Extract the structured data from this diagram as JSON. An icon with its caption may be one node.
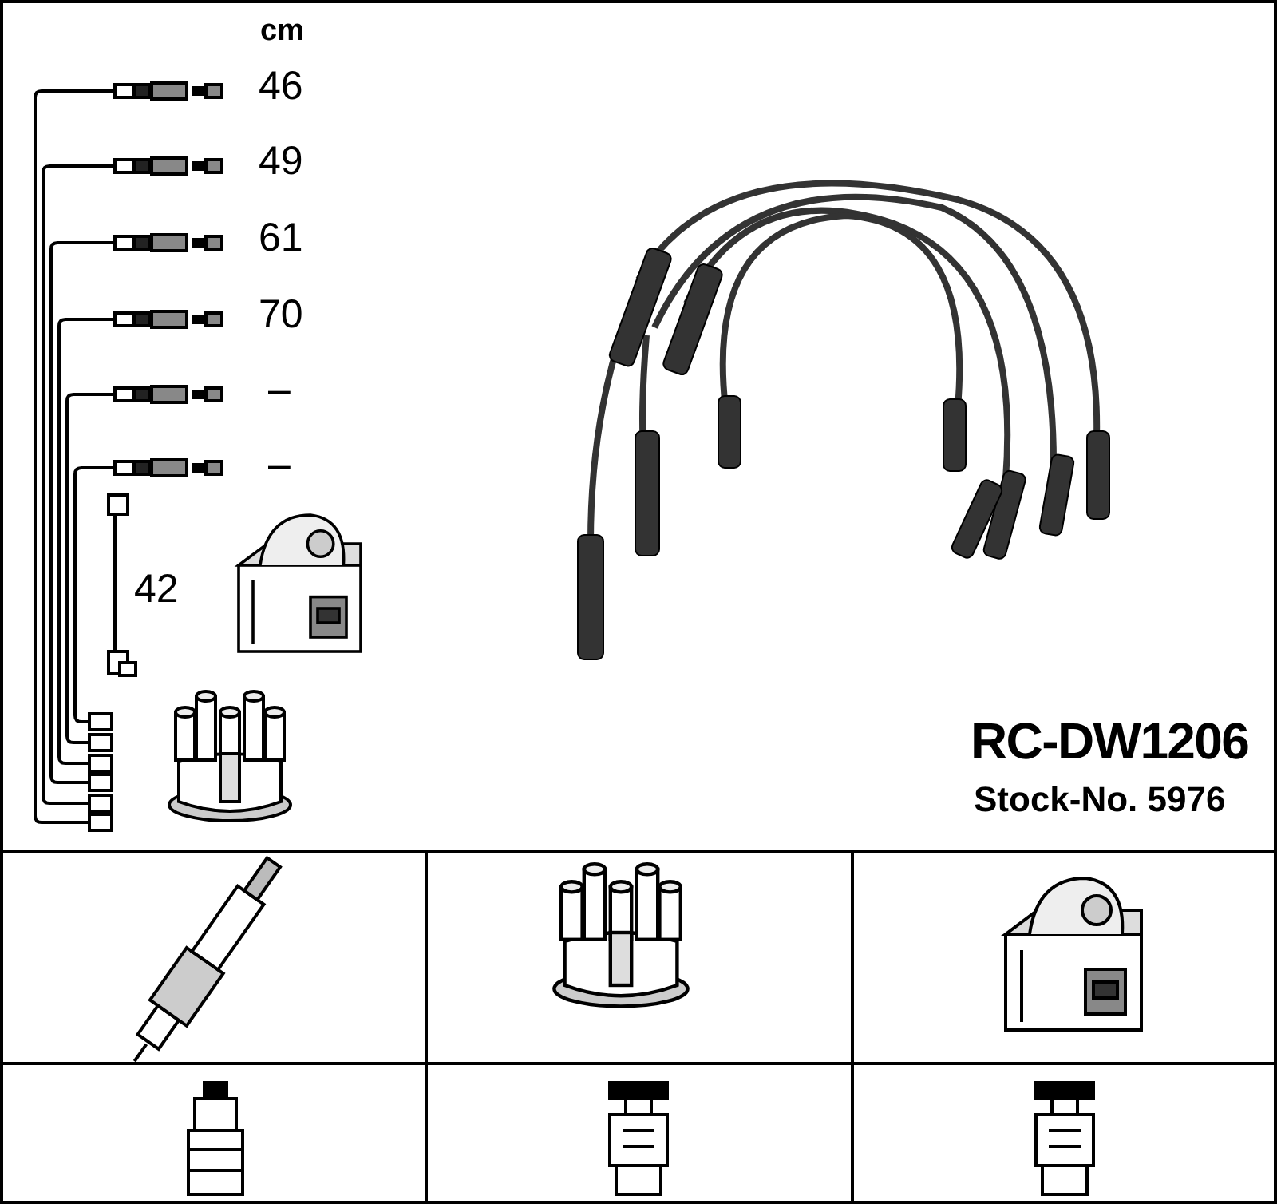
{
  "diagram": {
    "labels": [
      "cm",
      "46",
      "49",
      "61",
      "70",
      "–",
      "–",
      "42",
      "RC-DW1206",
      "Stock-No. 5976"
    ]
  }
}
